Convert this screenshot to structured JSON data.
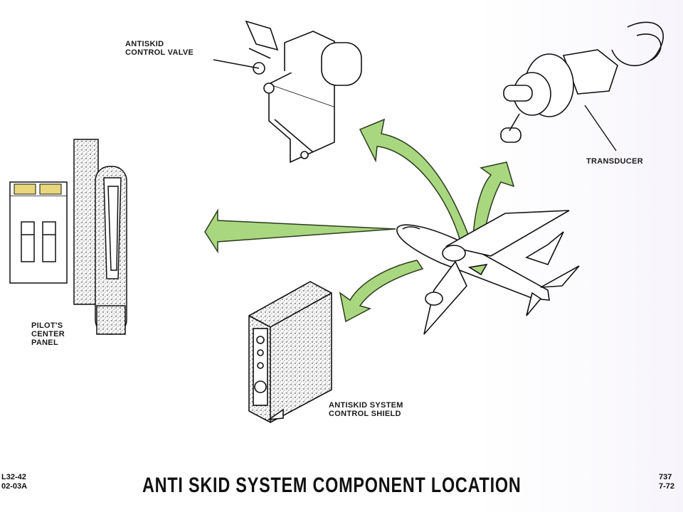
{
  "labels": {
    "control_valve": "ANTISKID\nCONTROL VALVE",
    "transducer": "TRANSDUCER",
    "pilot_panel": "PILOT'S\nCENTER\nPANEL",
    "control_shield": "ANTISKID SYSTEM\nCONTROL SHIELD"
  },
  "title": "ANTI SKID SYSTEM COMPONENT LOCATION",
  "doc_code_left": "L32-42\n02-03A",
  "doc_code_right": "737\n7-72",
  "colors": {
    "arrow_fill": "#a9d77f",
    "arrow_stroke": "#2b3b1e",
    "stipple": "#9a9a9a",
    "panel_light": "#e8d77a"
  }
}
